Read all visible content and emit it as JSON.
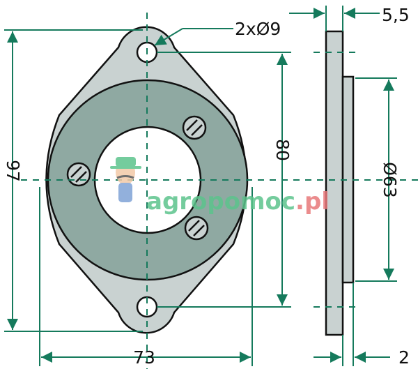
{
  "dimensions": {
    "height_total": "97",
    "hole_spacing": "80",
    "width_total": "73",
    "thickness_plate": "5,5",
    "hub_diameter": "Ø63",
    "hub_height": "2",
    "holes": "2xØ9"
  },
  "watermark": {
    "main": "agropomoc",
    "suffix": ".pl"
  },
  "colors": {
    "plate": "#c9d2d1",
    "ring": "#8fa9a2",
    "line": "#157a5c",
    "wm_green": "#5cc48c",
    "wm_red": "#e8787a"
  }
}
